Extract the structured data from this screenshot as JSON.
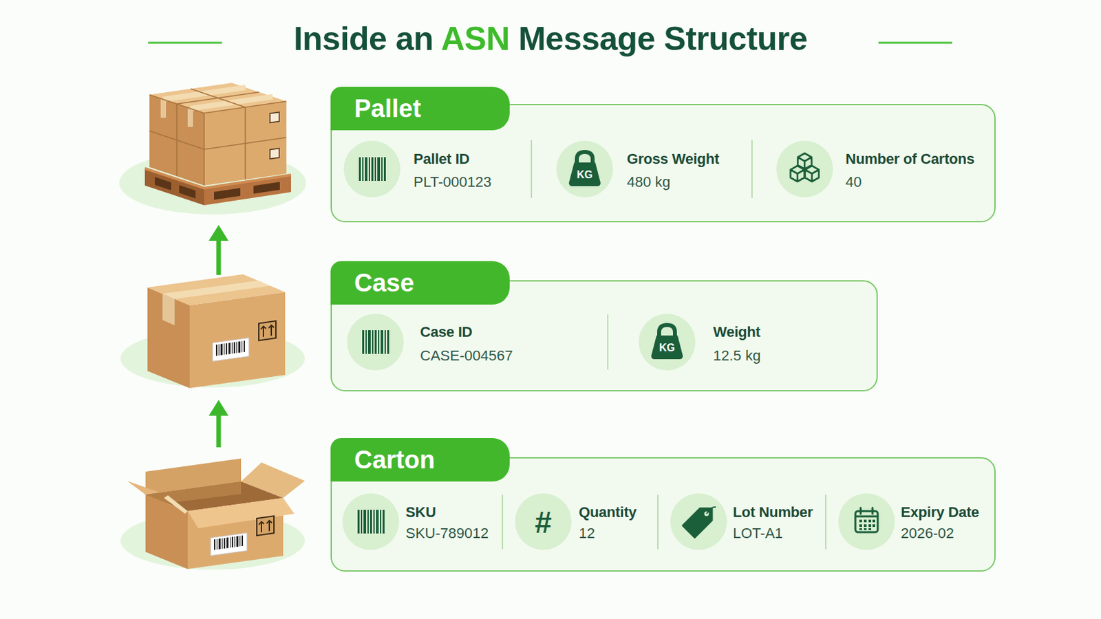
{
  "diagram": {
    "title": "Inside an ASN Message Structure",
    "nodes": [
      {
        "text": [
          "Pallet"
        ]
      },
      {
        "text": [
          "Case"
        ]
      },
      {
        "text": [
          "Carton"
        ]
      }
    ],
    "labels": [
      "Pallet ID",
      "PLT-000123",
      "KG",
      "Gross Weight",
      "480 kg",
      "Number of Cartons",
      "40",
      "Case ID",
      "CASE-004567",
      "KG",
      "Weight",
      "12.5 kg",
      "SKU",
      "SKU-789012",
      "#",
      "Quantity",
      "12",
      "Lot Number",
      "LOT-A1",
      "Expiry Date",
      "2026-02"
    ]
  }
}
